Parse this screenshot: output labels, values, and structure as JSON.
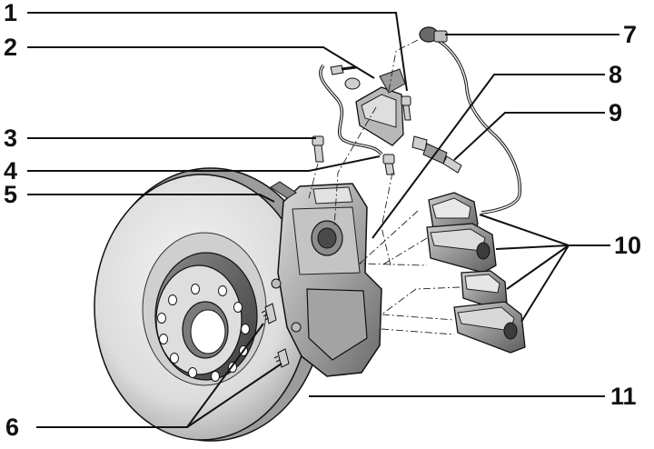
{
  "callouts": {
    "n1": "1",
    "n2": "2",
    "n3": "3",
    "n4": "4",
    "n5": "5",
    "n6": "6",
    "n7": "7",
    "n8": "8",
    "n9": "9",
    "n10": "10",
    "n11": "11"
  },
  "colors": {
    "line": "#111111",
    "metal_light": "#e6e6e6",
    "metal_mid": "#b5b5b5",
    "metal_dark": "#6e6e6e",
    "background": "#ffffff"
  }
}
